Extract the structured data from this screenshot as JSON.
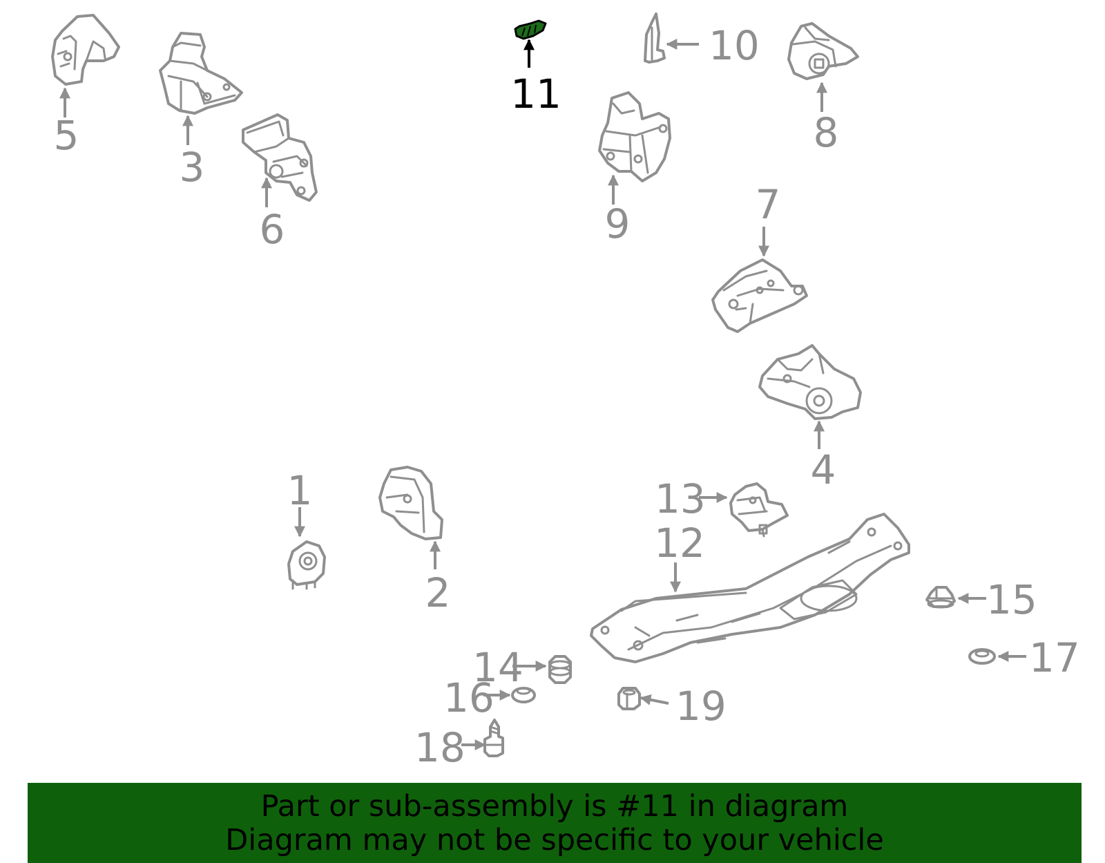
{
  "callouts": {
    "c1": "1",
    "c2": "2",
    "c3": "3",
    "c4": "4",
    "c5": "5",
    "c6": "6",
    "c7": "7",
    "c8": "8",
    "c9": "9",
    "c10": "10",
    "c11": "11",
    "c12": "12",
    "c13": "13",
    "c14": "14",
    "c15": "15",
    "c16": "16",
    "c17": "17",
    "c18": "18",
    "c19": "19"
  },
  "highlighted_part": "11",
  "banner": {
    "line1": "Part or sub-assembly is #11 in diagram",
    "line2": "Diagram may not be specific to your vehicle"
  },
  "colors": {
    "part_outline": "#8f8f8f",
    "highlight_fill": "#1d6b1a",
    "banner_background": "#0f600b",
    "selected_label": "#000000"
  }
}
